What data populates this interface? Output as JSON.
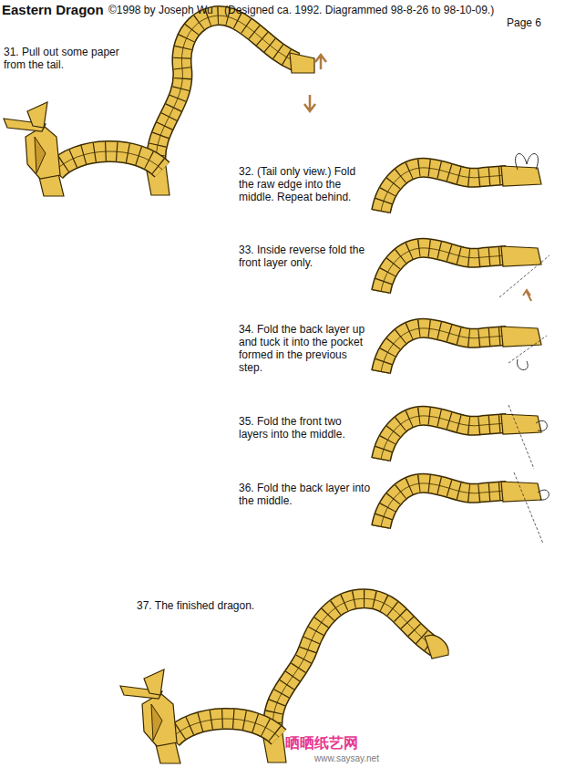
{
  "diagram": {
    "title": "Eastern Dragon",
    "labels": [
      "©1998 by Joseph Wu",
      "(Designed ca. 1992. Diagrammed 98-8-26 to 98-10-09.)",
      "Page 6",
      "31. Pull out some paper from the tail.",
      "32. (Tail only view.) Fold the raw edge into the middle. Repeat behind.",
      "33. Inside reverse fold the front layer only.",
      "34. Fold the back layer up and tuck it into the pocket formed in the previous step.",
      "35. Fold the front two layers into the middle.",
      "36. Fold the back layer into the middle.",
      "37. The finished dragon.",
      "晒晒纸艺网",
      "www.saysay.net"
    ]
  }
}
